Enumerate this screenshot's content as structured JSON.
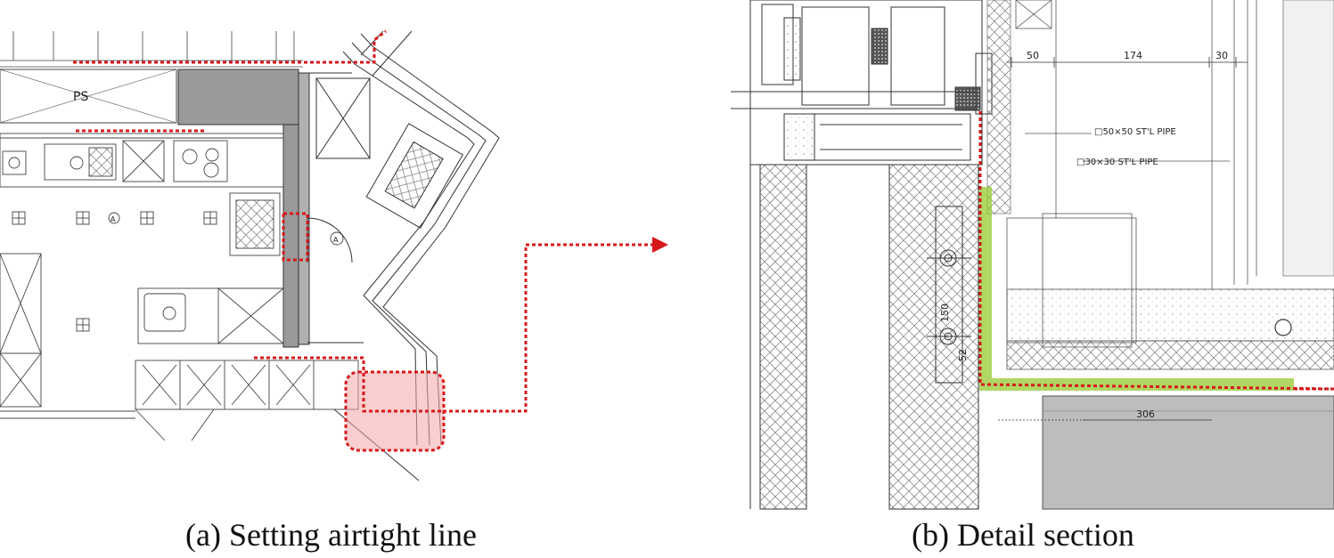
{
  "captions": {
    "a": "(a) Setting airtight line",
    "b": "(b) Detail section"
  },
  "plan_labels": {
    "ps": "PS",
    "marker_a": "A"
  },
  "section_labels": {
    "dim_50": "50",
    "dim_174": "174",
    "dim_30": "30",
    "pipe_50": "□50×50 ST'L PIPE",
    "pipe_30": "□30×30 ST'L PIPE",
    "dim_150": "150",
    "dim_52": "52",
    "dim_306": "306"
  },
  "colors": {
    "airtight_line": "#d7191c",
    "highlight_zone": "#f4a6a6",
    "insulation_band": "#9ccc3c",
    "wall_fill": "#9a9a9a",
    "ink": "#333333"
  }
}
